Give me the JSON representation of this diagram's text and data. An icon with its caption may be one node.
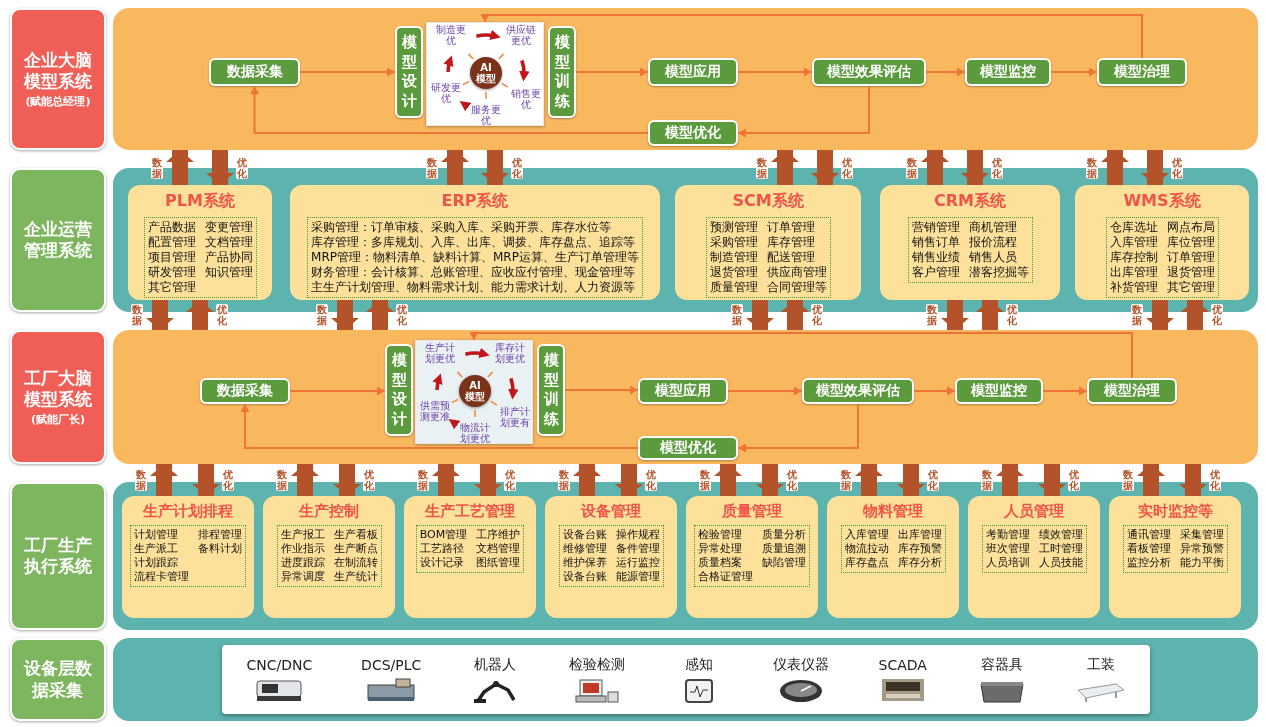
{
  "diagram": {
    "nodes": [
      {
        "text": [
          "企业大脑模型系统",
          "(赋能总经理)"
        ]
      },
      {
        "text": [],
        "shape": "box"
      },
      {
        "text": [
          "数据采集"
        ],
        "in": 1
      },
      {
        "text": [
          "模型设计"
        ],
        "in": 1
      },
      {
        "text": [
          "制造更优",
          "供应链更优",
          "销售更优",
          "服务更优",
          "研发更优"
        ],
        "in": 1
      },
      {
        "text": [
          "AI",
          "模型"
        ],
        "in": 4
      },
      {
        "text": [
          "模型训练"
        ],
        "in": 1
      },
      {
        "text": [
          "模型应用"
        ],
        "in": 1
      },
      {
        "text": [
          "模型效果评估"
        ],
        "in": 1
      },
      {
        "text": [
          "模型监控"
        ],
        "in": 1
      },
      {
        "text": [
          "模型治理"
        ],
        "in": 1
      },
      {
        "text": [
          "模型优化"
        ],
        "in": 1
      },
      {
        "text": [
          "企业运营管理系统"
        ]
      },
      {
        "text": [],
        "shape": "box"
      },
      {
        "text": [
          "PLM系统",
          "产品数据",
          "变更管理",
          "配置管理",
          "文档管理",
          "项目管理",
          "产品协同",
          "研发管理",
          "知识管理",
          "其它管理"
        ],
        "in": 13
      },
      {
        "text": [
          "ERP系统",
          "采购管理：订单审核、采购入库、采购开票、库存水位等",
          "库存管理：多库规划、入库、出库、调拨、库存盘点、追踪等",
          "MRP管理：物料清单、缺料计算、MRP运算、生产订单管理等",
          "财务管理：会计核算、总账管理、应收应付管理、现金管理等",
          "主生产计划管理、物料需求计划、能力需求计划、人力资源等"
        ],
        "in": 13
      },
      {
        "text": [
          "SCM系统",
          "预测管理",
          "订单管理",
          "采购管理",
          "库存管理",
          "制造管理",
          "配送管理",
          "退货管理",
          "供应商管理",
          "质量管理",
          "合同管理等"
        ],
        "in": 13
      },
      {
        "text": [
          "CRM系统",
          "营销管理",
          "商机管理",
          "销售订单",
          "报价流程",
          "销售业绩",
          "销售人员",
          "客户管理",
          "潜客挖掘等"
        ],
        "in": 13
      },
      {
        "text": [
          "WMS系统",
          "仓库选址",
          "网点布局",
          "入库管理",
          "库位管理",
          "库存控制",
          "订单管理",
          "出库管理",
          "退货管理",
          "补货管理",
          "其它管理"
        ],
        "in": 13
      },
      {
        "text": [
          "工厂大脑模型系统",
          "(赋能厂长)"
        ]
      },
      {
        "text": [],
        "shape": "box"
      },
      {
        "text": [
          "数据采集"
        ],
        "in": 20
      },
      {
        "text": [
          "模型设计"
        ],
        "in": 20
      },
      {
        "text": [
          "生产计划更优",
          "库存计划更优",
          "排产计划更有",
          "物流计划更优",
          "供需预测更准"
        ],
        "in": 20
      },
      {
        "text": [
          "AI",
          "模型"
        ],
        "in": 23
      },
      {
        "text": [
          "模型训练"
        ],
        "in": 20
      },
      {
        "text": [
          "模型应用"
        ],
        "in": 20
      },
      {
        "text": [
          "模型效果评估"
        ],
        "in": 20
      },
      {
        "text": [
          "模型监控"
        ],
        "in": 20
      },
      {
        "text": [
          "模型治理"
        ],
        "in": 20
      },
      {
        "text": [
          "模型优化"
        ],
        "in": 20
      },
      {
        "text": [
          "工厂生产执行系统"
        ]
      },
      {
        "text": [],
        "shape": "box"
      },
      {
        "text": [
          "生产计划排程",
          "计划管理",
          "排程管理",
          "生产派工",
          "备料计划",
          "计划跟踪",
          "流程卡管理"
        ],
        "in": 32
      },
      {
        "text": [
          "生产控制",
          "生产报工",
          "生产看板",
          "作业指示",
          "生产断点",
          "进度跟踪",
          "在制流转",
          "异常调度",
          "生产统计"
        ],
        "in": 32
      },
      {
        "text": [
          "生产工艺管理",
          "BOM管理",
          "工序维护",
          "工艺路径",
          "文档管理",
          "设计记录",
          "图纸管理"
        ],
        "in": 32
      },
      {
        "text": [
          "设备管理",
          "设备台账",
          "操作规程",
          "维修管理",
          "备件管理",
          "维护保养",
          "运行监控",
          "设备台账",
          "能源管理"
        ],
        "in": 32
      },
      {
        "text": [
          "质量管理",
          "检验管理",
          "质量分析",
          "异常处理",
          "质量追溯",
          "质量档案",
          "缺陷管理",
          "合格证管理"
        ],
        "in": 32
      },
      {
        "text": [
          "物料管理",
          "入库管理",
          "出库管理",
          "物流拉动",
          "库存预警",
          "库存盘点",
          "库存分析"
        ],
        "in": 32
      },
      {
        "text": [
          "人员管理",
          "考勤管理",
          "绩效管理",
          "班次管理",
          "工时管理",
          "人员培训",
          "人员技能"
        ],
        "in": 32
      },
      {
        "text": [
          "实时监控等",
          "通讯管理",
          "采集管理",
          "看板管理",
          "异常预警",
          "监控分析",
          "能力平衡"
        ],
        "in": 32
      },
      {
        "text": [
          "设备层数据采集"
        ]
      },
      {
        "text": [],
        "shape": "box"
      },
      {
        "text": [],
        "shape": "box",
        "in": 42
      }
    ],
    "edges": [
      {
        "from": 2,
        "to": 3,
        "arrow": "to",
        "color": "#ee7438"
      },
      {
        "from": 6,
        "to": 7,
        "arrow": "to",
        "color": "#ee7438"
      },
      {
        "from": 7,
        "to": 8,
        "arrow": "to",
        "color": "#ee7438"
      },
      {
        "from": 8,
        "to": 9,
        "arrow": "to",
        "color": "#ee7438"
      },
      {
        "from": 9,
        "to": 10,
        "arrow": "to",
        "color": "#ee7438"
      },
      {
        "from": 10,
        "to": 4,
        "arrow": "to",
        "color": "#ee7438"
      },
      {
        "from": 8,
        "to": 11,
        "arrow": "to",
        "color": "#ee7438"
      },
      {
        "from": 11,
        "to": 2,
        "arrow": "to",
        "color": "#ee7438"
      },
      {
        "from": 21,
        "to": 22,
        "arrow": "to",
        "color": "#ee7438"
      },
      {
        "from": 25,
        "to": 26,
        "arrow": "to",
        "color": "#ee7438"
      },
      {
        "from": 26,
        "to": 27,
        "arrow": "to",
        "color": "#ee7438"
      },
      {
        "from": 27,
        "to": 28,
        "arrow": "to",
        "color": "#ee7438"
      },
      {
        "from": 28,
        "to": 29,
        "arrow": "to",
        "color": "#ee7438"
      },
      {
        "from": 29,
        "to": 23,
        "arrow": "to",
        "color": "#ee7438"
      },
      {
        "from": 27,
        "to": 30,
        "arrow": "to",
        "color": "#ee7438"
      },
      {
        "from": 30,
        "to": 21,
        "arrow": "to",
        "color": "#ee7438"
      },
      {
        "from": 14,
        "to": 1,
        "arrow": "to",
        "label": "数据"
      },
      {
        "from": 1,
        "to": 14,
        "arrow": "to",
        "label": "优化"
      },
      {
        "from": 15,
        "to": 1,
        "arrow": "to",
        "label": "数据"
      },
      {
        "from": 1,
        "to": 15,
        "arrow": "to",
        "label": "优化"
      },
      {
        "from": 16,
        "to": 1,
        "arrow": "to",
        "label": "数据"
      },
      {
        "from": 1,
        "to": 16,
        "arrow": "to",
        "label": "优化"
      },
      {
        "from": 17,
        "to": 1,
        "arrow": "to",
        "label": "数据"
      },
      {
        "from": 1,
        "to": 17,
        "arrow": "to",
        "label": "优化"
      },
      {
        "from": 18,
        "to": 1,
        "arrow": "to",
        "label": "数据"
      },
      {
        "from": 1,
        "to": 18,
        "arrow": "to",
        "label": "优化"
      },
      {
        "from": 14,
        "to": 20,
        "arrow": "to",
        "label": "数据"
      },
      {
        "from": 20,
        "to": 14,
        "arrow": "to",
        "label": "优化"
      },
      {
        "from": 15,
        "to": 20,
        "arrow": "to",
        "label": "数据"
      },
      {
        "from": 20,
        "to": 15,
        "arrow": "to",
        "label": "优化"
      },
      {
        "from": 16,
        "to": 20,
        "arrow": "to",
        "label": "数据"
      },
      {
        "from": 20,
        "to": 16,
        "arrow": "to",
        "label": "优化"
      },
      {
        "from": 17,
        "to": 20,
        "arrow": "to",
        "label": "数据"
      },
      {
        "from": 20,
        "to": 17,
        "arrow": "to",
        "label": "优化"
      },
      {
        "from": 18,
        "to": 20,
        "arrow": "to",
        "label": "数据"
      },
      {
        "from": 20,
        "to": 18,
        "arrow": "to",
        "label": "优化"
      },
      {
        "from": 33,
        "to": 20,
        "arrow": "to",
        "label": "数据"
      },
      {
        "from": 20,
        "to": 33,
        "arrow": "to",
        "label": "优化"
      },
      {
        "from": 34,
        "to": 20,
        "arrow": "to",
        "label": "数据"
      },
      {
        "from": 20,
        "to": 34,
        "arrow": "to",
        "label": "优化"
      },
      {
        "from": 35,
        "to": 20,
        "arrow": "to",
        "label": "数据"
      },
      {
        "from": 20,
        "to": 35,
        "arrow": "to",
        "label": "优化"
      },
      {
        "from": 36,
        "to": 20,
        "arrow": "to",
        "label": "数据"
      },
      {
        "from": 20,
        "to": 36,
        "arrow": "to",
        "label": "优化"
      },
      {
        "from": 37,
        "to": 20,
        "arrow": "to",
        "label": "数据"
      },
      {
        "from": 20,
        "to": 37,
        "arrow": "to",
        "label": "优化"
      },
      {
        "from": 38,
        "to": 20,
        "arrow": "to",
        "label": "数据"
      },
      {
        "from": 20,
        "to": 38,
        "arrow": "to",
        "label": "优化"
      },
      {
        "from": 39,
        "to": 20,
        "arrow": "to",
        "label": "数据"
      },
      {
        "from": 20,
        "to": 39,
        "arrow": "to",
        "label": "优化"
      },
      {
        "from": 40,
        "to": 20,
        "arrow": "to",
        "label": "数据"
      },
      {
        "from": 20,
        "to": 40,
        "arrow": "to",
        "label": "优化"
      }
    ],
    "labels": [
      "CNC/DNC",
      "DCS/PLC",
      "机器人",
      "检验检测",
      "感知",
      "仪表仪器",
      "SCADA",
      "容器具",
      "工装"
    ]
  }
}
